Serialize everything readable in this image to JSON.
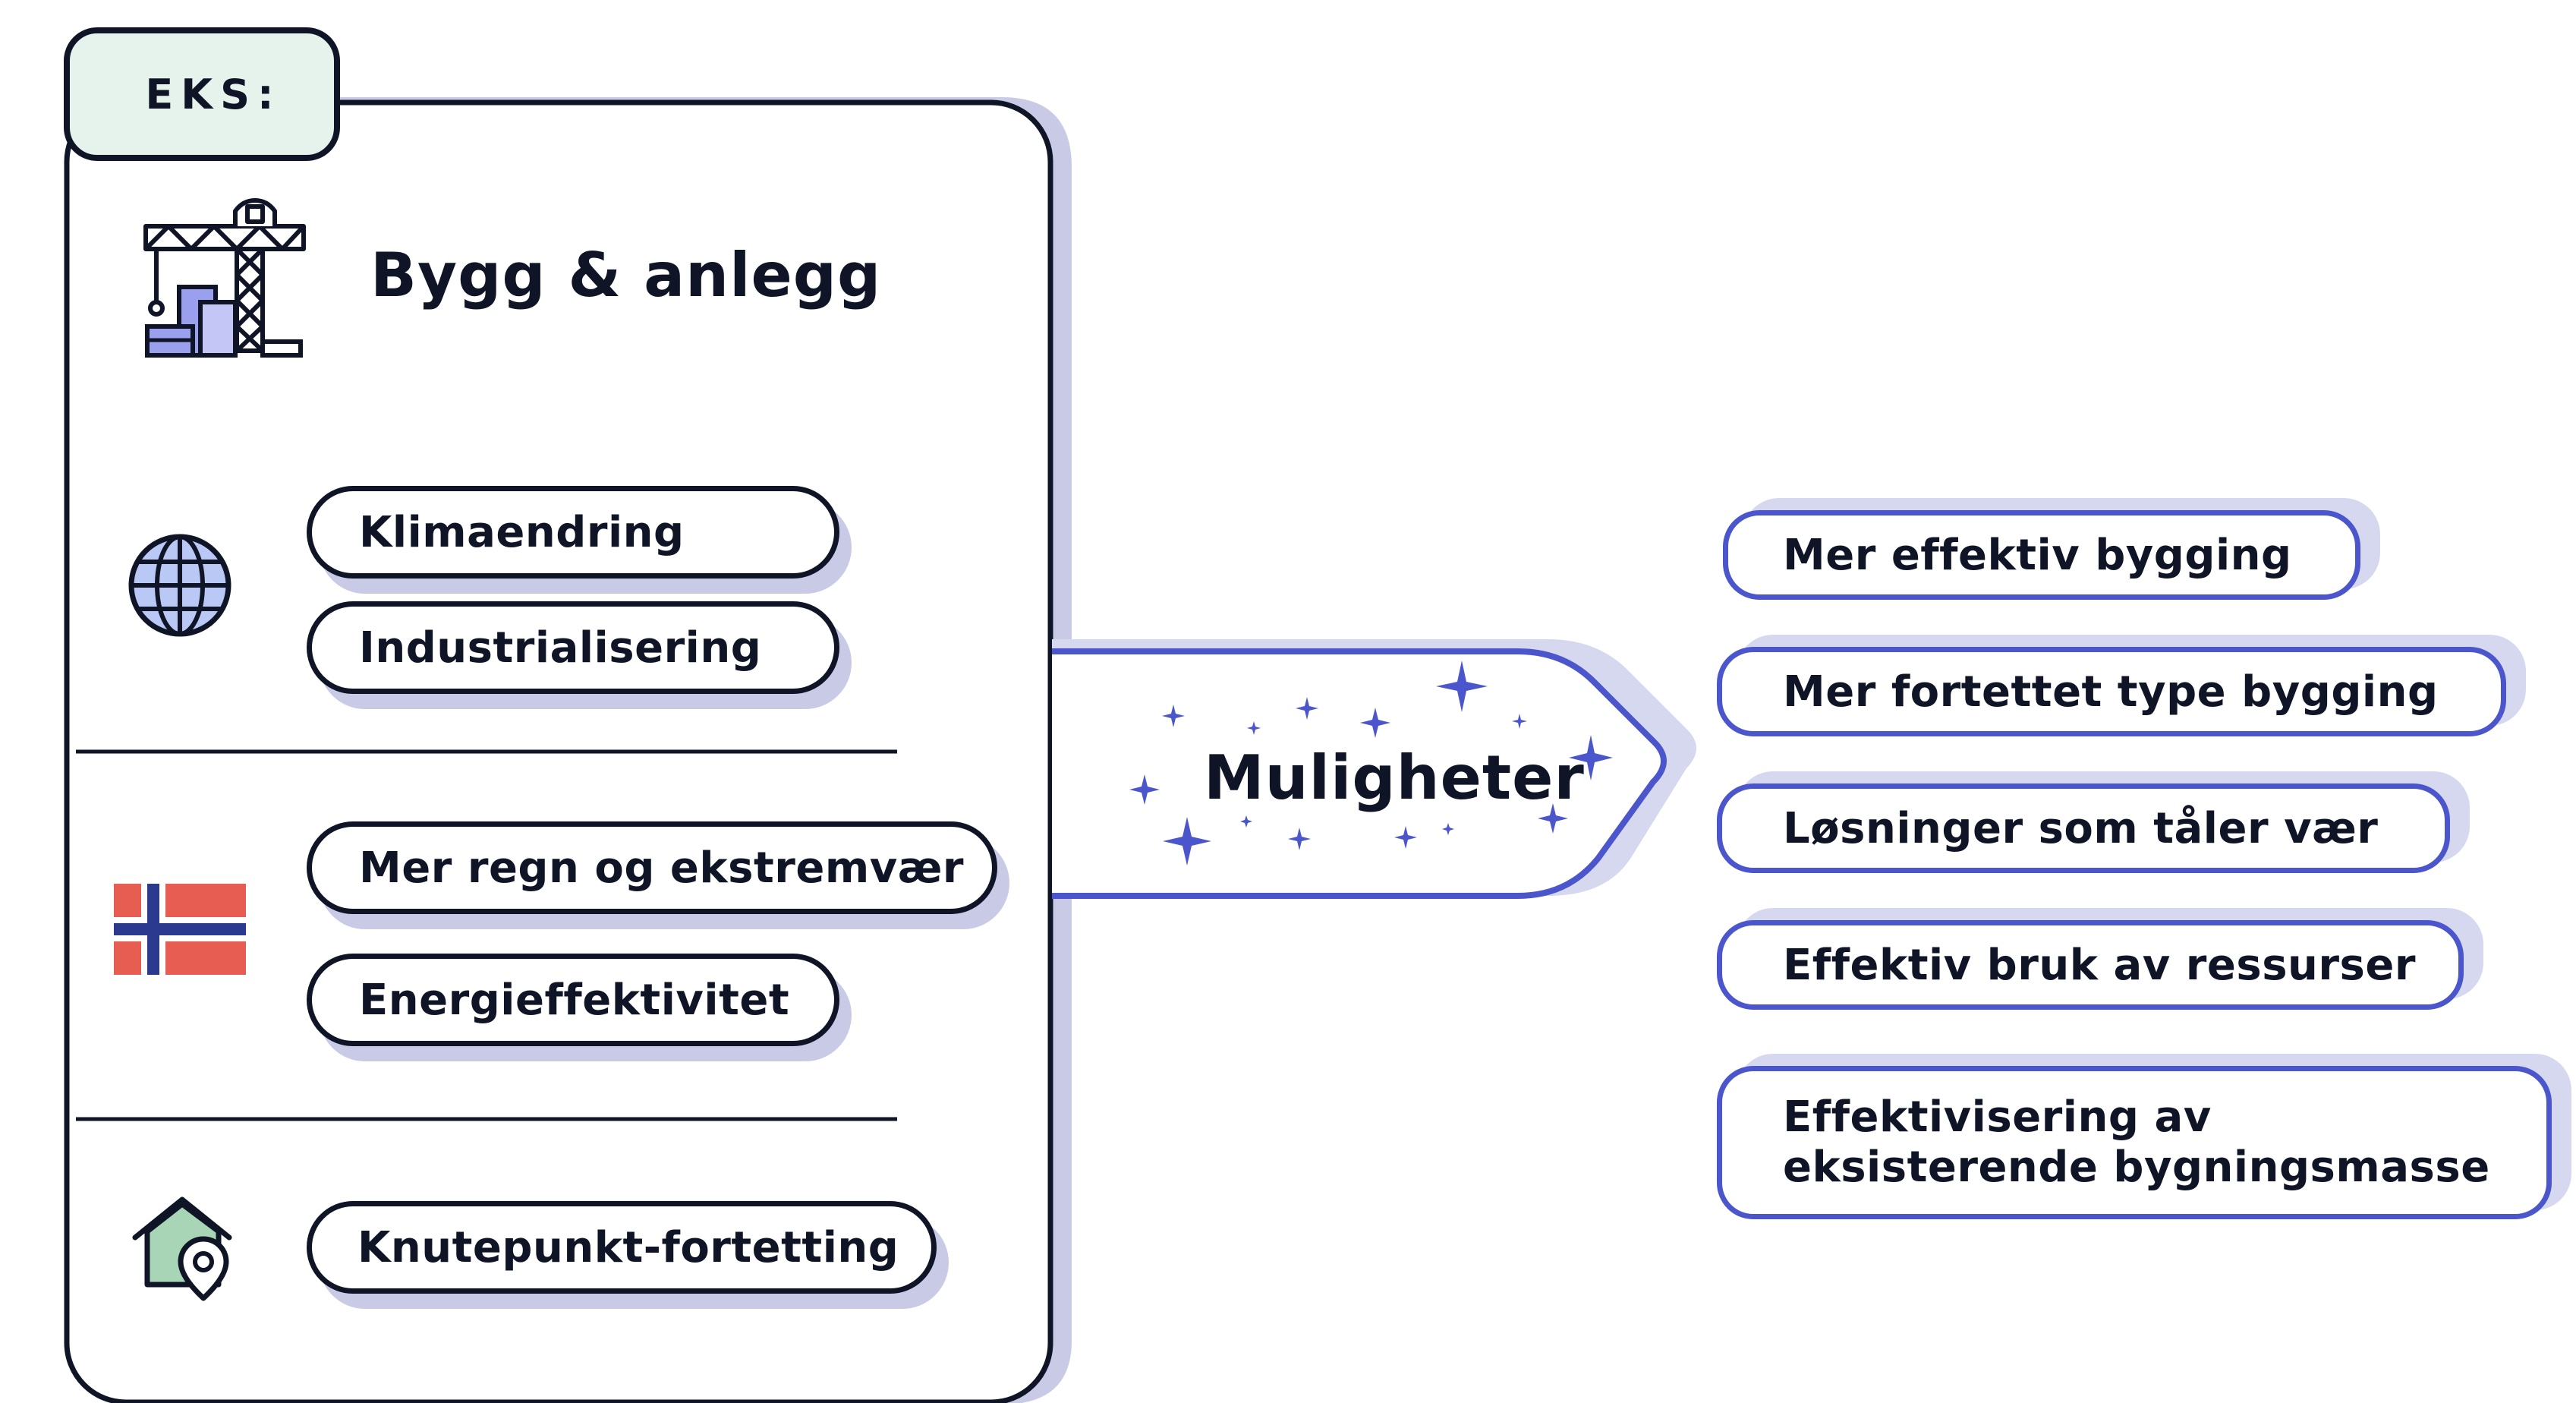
{
  "tag": "EKS:",
  "sector": {
    "title": "Bygg & anlegg",
    "icon": "crane-building-icon"
  },
  "groups": [
    {
      "icon": "globe-icon",
      "drivers": [
        "Klimaendring",
        "Industrialisering"
      ]
    },
    {
      "icon": "norway-flag-icon",
      "drivers": [
        "Mer regn og ekstremvær",
        "Energieffektivitet"
      ]
    },
    {
      "icon": "house-location-icon",
      "drivers": [
        "Knutepunkt-fortetting"
      ]
    }
  ],
  "arrow": {
    "label": "Muligheter",
    "icon": "sparkles-icon"
  },
  "opportunities": [
    "Mer effektiv bygging",
    "Mer fortettet type bygging",
    "Løsninger som tåler vær",
    "Effektiv bruk av ressurser",
    "Effektivisering av eksisterende bygningsmasse"
  ],
  "colors": {
    "ink": "#0f1526",
    "accent": "#4b56cc",
    "shadow": "#c9cbe6",
    "tag_bg": "#e6f3ec",
    "flag_red": "#e85d52",
    "flag_blue": "#2b3a8f",
    "house_green": "#a8d5b5",
    "globe_blue": "#b9c8f5"
  }
}
